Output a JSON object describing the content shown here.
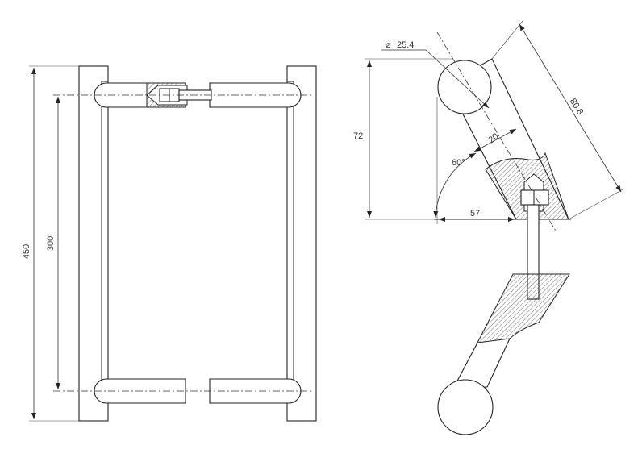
{
  "dimensions": {
    "overall_height": "450",
    "center_distance": "300",
    "diameter": "25.4",
    "diameter_symbol": "⌀",
    "standoff_height": "72",
    "offset": "57",
    "angle": "60°",
    "standoff_length": "80.8",
    "standoff_diameter": "20"
  }
}
